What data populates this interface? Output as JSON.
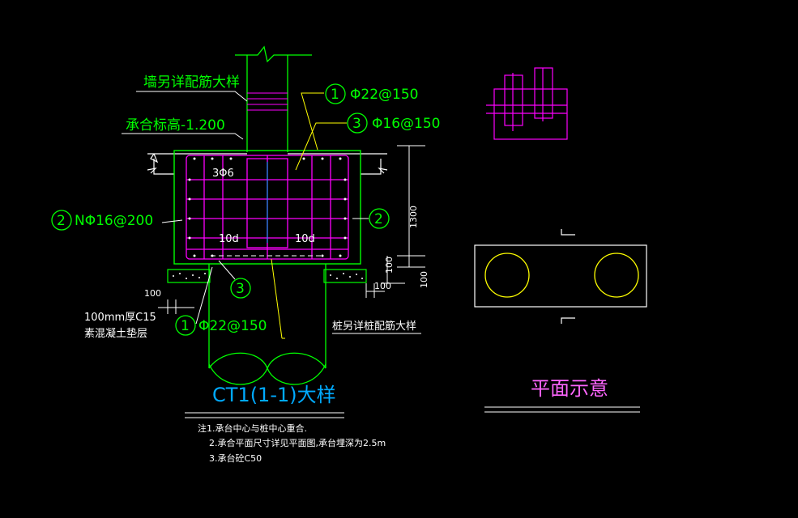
{
  "section": {
    "wall_note": "墙另详配筋大样",
    "cap_elevation": "承合标高-1.200",
    "rebar_1_num": "1",
    "rebar_1": "Φ22@150",
    "rebar_3_num": "3",
    "rebar_3": "Φ16@150",
    "stirrup": "3Φ6",
    "rebar_2_num": "2",
    "rebar_2": "NΦ16@200",
    "anchor_left": "10d",
    "anchor_right": "10d",
    "depth": "1300",
    "dim_100_a": "100",
    "dim_100_b": "100",
    "dim_100_c": "100",
    "dim_100_left": "100",
    "bedding_1": "100mm厚C15",
    "bedding_2": "素混凝土垫层",
    "pile_note": "桩另详桩配筋大样",
    "title": "CT1(1-1)大样"
  },
  "plan": {
    "title": "平面示意"
  },
  "notes": {
    "line1": "注1.承台中心与桩中心重合.",
    "line2": "2.承合平面尺寸详见平面图,承台埋深为2.5m",
    "line3": "3.承台砼C50"
  },
  "colors": {
    "background": "#000000",
    "concrete": "#00ff00",
    "rebar": "#ff00ff",
    "text": "#ffffff",
    "leader": "#ffff00",
    "title": "#00aaff"
  }
}
